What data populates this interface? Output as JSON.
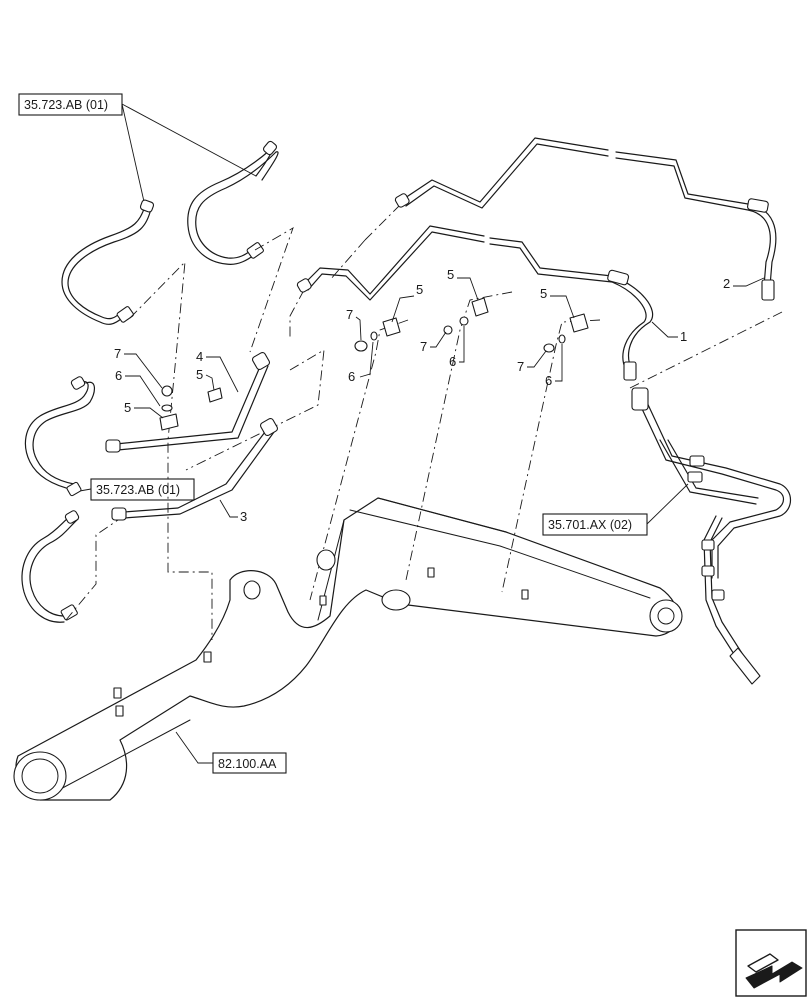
{
  "references": {
    "ref_top": "35.723.AB (01)",
    "ref_mid": "35.723.AB (01)",
    "ref_right": "35.701.AX (02)",
    "ref_bottom": "82.100.AA"
  },
  "callouts": {
    "c1": "1",
    "c2": "2",
    "c3": "3",
    "c4": "4",
    "c5a": "5",
    "c5b": "5",
    "c5c": "5",
    "c5d": "5",
    "c5e": "5",
    "c6a": "6",
    "c6b": "6",
    "c6c": "6",
    "c6d": "6",
    "c7a": "7",
    "c7b": "7",
    "c7c": "7",
    "c7d": "7"
  },
  "nav_icon": "next-page-arrow-icon"
}
